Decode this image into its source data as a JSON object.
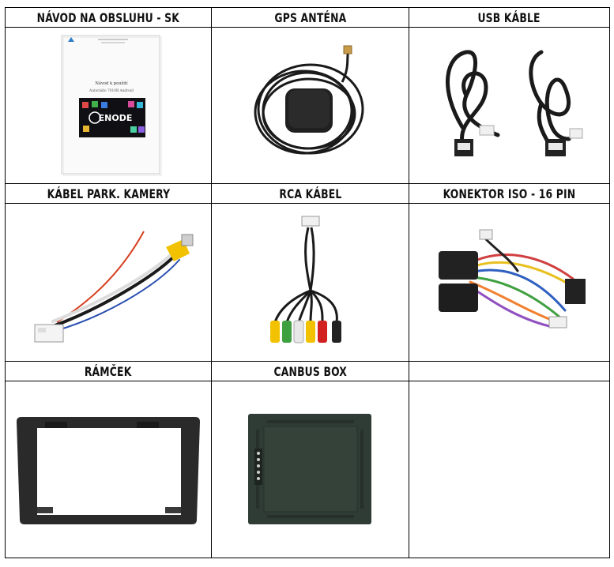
{
  "grid": {
    "rows": [
      [
        {
          "label": "NÁVOD NA OBSLUHU - SK",
          "image": "manual-booklet"
        },
        {
          "label": "GPS ANTÉNA",
          "image": "gps-antenna"
        },
        {
          "label": "USB KÁBLE",
          "image": "usb-cables"
        }
      ],
      [
        {
          "label": "KÁBEL PARK. KAMERY",
          "image": "parking-camera-cable"
        },
        {
          "label": "RCA KÁBEL",
          "image": "rca-cable"
        },
        {
          "label": "KONEKTOR ISO - 16 PIN",
          "image": "iso-connector"
        }
      ],
      [
        {
          "label": "RÁMČEK",
          "image": "dash-frame"
        },
        {
          "label": "CANBUS BOX",
          "image": "canbus-box"
        },
        {
          "label": "",
          "image": ""
        }
      ]
    ]
  },
  "manual": {
    "header_line1": "Návod k použití",
    "header_line2": "Autorádio 7010B Android",
    "logo_text": "ENODE"
  },
  "colors": {
    "border": "#000000",
    "cable": "#1a1a1a",
    "rca_yellow": "#f2c200",
    "rca_white": "#e8e8e8",
    "rca_red": "#d22020",
    "canbus": "#2f3b35"
  }
}
